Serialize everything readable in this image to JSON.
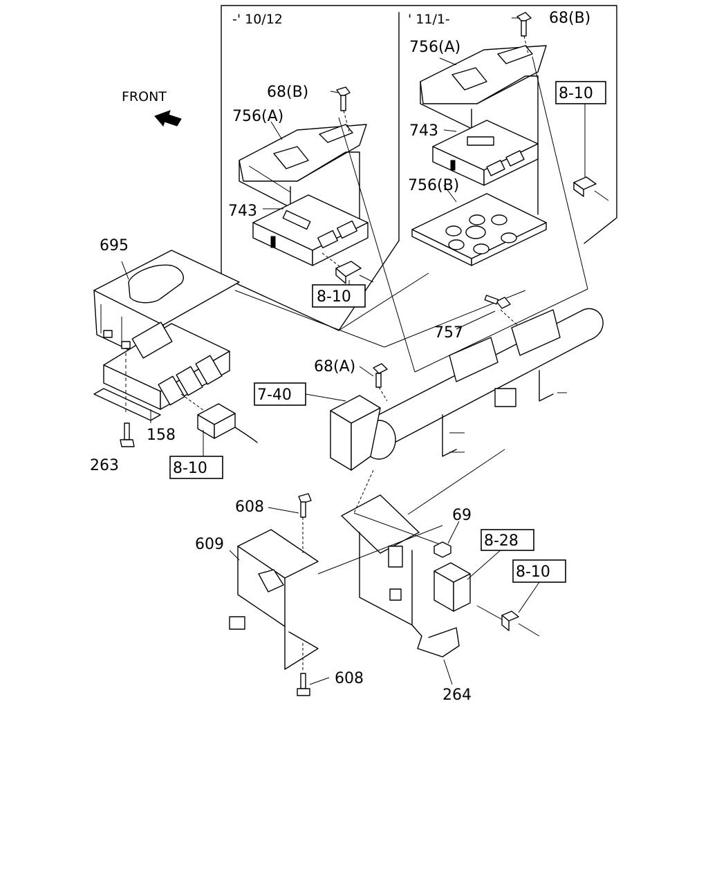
{
  "diagram": {
    "front_label": "FRONT",
    "inset_left_label": "-' 10/12",
    "inset_right_label": "' 11/1-",
    "callouts": {
      "p68b_left": "68(B)",
      "p68b_right": "68(B)",
      "p68a": "68(A)",
      "p756a_left": "756(A)",
      "p756a_right": "756(A)",
      "p756b": "756(B)",
      "p743_left": "743",
      "p743_right": "743",
      "p695": "695",
      "p757": "757",
      "p158": "158",
      "p263": "263",
      "p608_top": "608",
      "p608_bottom": "608",
      "p609": "609",
      "p69": "69",
      "p264": "264"
    },
    "ref_boxes": {
      "ref_8_10_inset_left": "8-10",
      "ref_8_10_inset_right": "8-10",
      "ref_8_10_left": "8-10",
      "ref_8_10_right": "8-10",
      "ref_7_40": "7-40",
      "ref_8_28": "8-28"
    }
  }
}
